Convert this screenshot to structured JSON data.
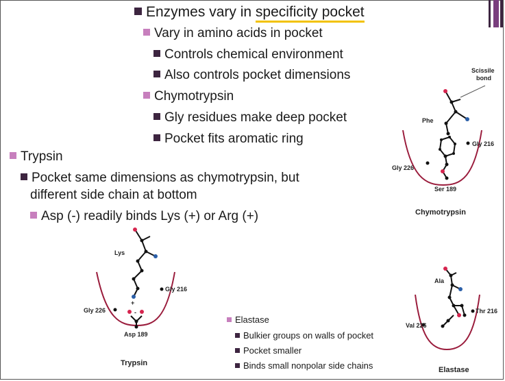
{
  "main": {
    "title_pre": "Enzymes vary in ",
    "title_emph": "specificity pocket",
    "b1": "Vary in amino acids in pocket",
    "b1a": "Controls chemical environment",
    "b1b": "Also controls pocket dimensions",
    "b2": "Chymotrypsin",
    "b2a": "Gly residues make deep pocket",
    "b2b": "Pocket fits aromatic ring"
  },
  "trypsin": {
    "heading": "Trypsin",
    "line1": "Pocket same dimensions as chymotrypsin, but",
    "line2": "different side chain at bottom",
    "sub": "Asp (-) readily binds Lys (+) or Arg (+)"
  },
  "elastase": {
    "heading": "Elastase",
    "items": [
      "Bulkier groups on walls of pocket",
      "Pocket smaller",
      "Binds small nonpolar side chains"
    ]
  },
  "figures": {
    "chymotrypsin": {
      "caption": "Chymotrypsin",
      "scissile1": "Scissile",
      "scissile2": "bond",
      "phe": "Phe",
      "gly216": "Gly 216",
      "gly226": "Gly 226",
      "ser189": "Ser 189"
    },
    "trypsin": {
      "caption": "Trypsin",
      "lys": "Lys",
      "gly216": "Gly 216",
      "gly226": "Gly 226",
      "asp189": "Asp 189",
      "plus": "+",
      "minus": "-"
    },
    "elastase": {
      "caption": "Elastase",
      "ala": "Ala",
      "thr216": "Thr 216",
      "val226": "Val 226"
    }
  },
  "colors": {
    "dark_bullet": "#3d2540",
    "light_bullet": "#c77fbd",
    "underline": "#f2c200",
    "pocket": "#9a1c3c",
    "oxygen": "#d6254f",
    "nitrogen": "#2b5fa8"
  }
}
